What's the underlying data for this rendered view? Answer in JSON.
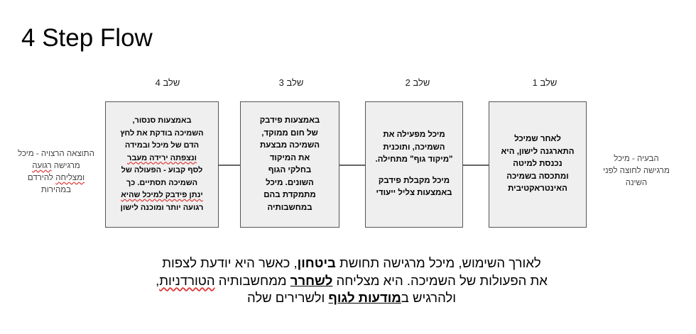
{
  "title": "4 Step Flow",
  "steps": [
    {
      "label": "שלב 1",
      "lines": [
        "לאחר שמיכל",
        "התארגנה לישון, היא",
        "נכנסת למיטה",
        "ומתכסה בשמיכה",
        "האינטראקטיבית"
      ]
    },
    {
      "label": "שלב 2",
      "lines": [
        "מיכל מפעילה את",
        "השמיכה, ותוכנית",
        "\"מיקוד גוף\" מתחילה."
      ],
      "lines2": [
        "מיכל מקבלת פידבק",
        "באמצעות צליל ייעודי"
      ]
    },
    {
      "label": "שלב 3",
      "lines": [
        "באמצעות פידבק",
        "של חום ממוקד,",
        "השמיכה מבצעת",
        "את המיקוד",
        "בחלקי הגוף",
        "השונים. מיכל",
        "מתמקדת בהם",
        "במחשבותיה"
      ]
    },
    {
      "label": "שלב 4",
      "lines": [
        "באמצעות סנסור,",
        "השמיכה בודקת את לחץ",
        "הדם של מיכל ובמידה",
        "ונצפתה ירידה מעבר",
        "לסף קבוע - הפעולה של",
        "השמיכה תסתיים. כך",
        "ינתן פידבק למיכל שהיא",
        "רגועה יותר ומוכנה לישון"
      ]
    }
  ],
  "problem": {
    "lines": [
      "הבעיה - מיכל",
      "מרגישה לחוצה",
      "לפני השינה"
    ]
  },
  "outcome": {
    "lines": [
      "התוצאה הרצויה -",
      "מיכל מרגישה",
      "רגועה ומצליחה",
      "להירדם במהירות"
    ]
  },
  "summary": {
    "line1": {
      "a": "לאורך השימוש, מיכל מרגישה תחושת ",
      "b": "ביטחון",
      "c": ", כאשר היא יודעת לצפות"
    },
    "line2": {
      "a": "את הפעולות של השמיכה. היא מצליחה ",
      "b": "לשחרר",
      "c": " ממחשבותיה ",
      "d": "הטורדניות",
      "e": ","
    },
    "line3": {
      "a": "ולהרגיש ב",
      "b": "מודעות לגוף",
      "c": " ולשרירים שלה"
    }
  }
}
